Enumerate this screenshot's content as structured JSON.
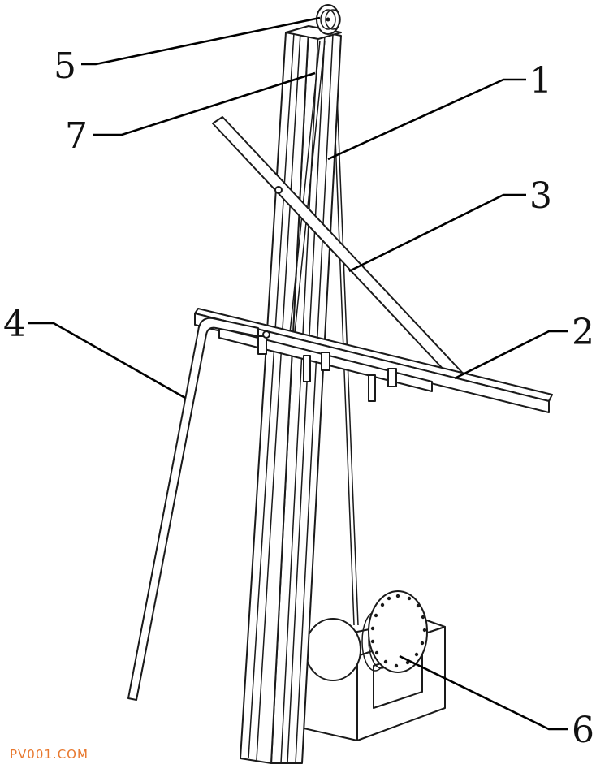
{
  "labels": {
    "l1": "1",
    "l2": "2",
    "l3": "3",
    "l4": "4",
    "l5": "5",
    "l6": "6",
    "l7": "7"
  },
  "watermark": "PV001.COM",
  "colors": {
    "line": "#1a1a1a",
    "watermark": "#e8782e",
    "background": "#ffffff"
  }
}
